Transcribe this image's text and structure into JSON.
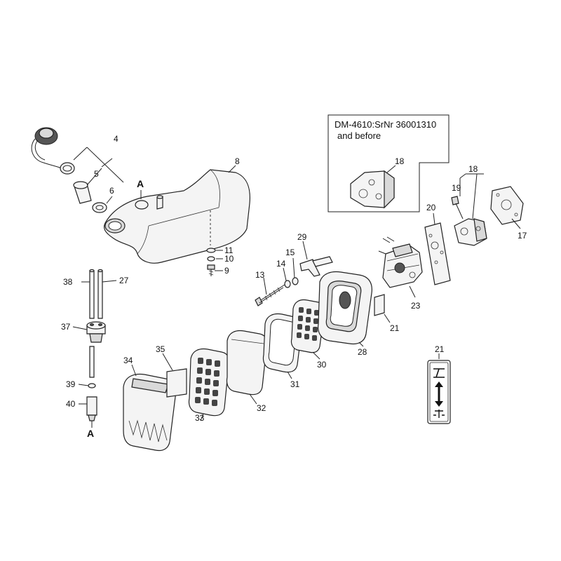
{
  "inset": {
    "title_line1": "DM-4610:SrNr 36001310",
    "title_line2": "and before"
  },
  "ref_mark": "A",
  "parts": {
    "p4": "4",
    "p5": "5",
    "p6": "6",
    "p8": "8",
    "p9": "9",
    "p10": "10",
    "p11": "11",
    "p13": "13",
    "p14": "14",
    "p15": "15",
    "p17": "17",
    "p18a": "18",
    "p18b": "18",
    "p19": "19",
    "p20": "20",
    "p21a": "21",
    "p21b": "21",
    "p23": "23",
    "p27": "27",
    "p28": "28",
    "p29": "29",
    "p30": "30",
    "p31": "31",
    "p32": "32",
    "p33": "33",
    "p34": "34",
    "p35": "35",
    "p37": "37",
    "p38": "38",
    "p39": "39",
    "p40": "40"
  }
}
